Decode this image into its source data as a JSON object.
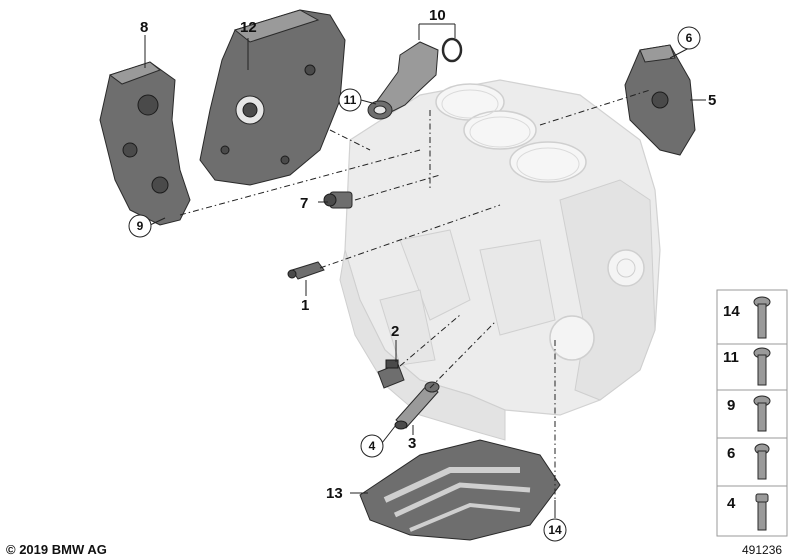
{
  "callouts": {
    "p1": "1",
    "p2": "2",
    "p3": "3",
    "p4": "4",
    "p5": "5",
    "p6": "6",
    "p7": "7",
    "p8": "8",
    "p9": "9",
    "p10": "10",
    "p11": "11",
    "p12": "12",
    "p13": "13",
    "p14": "14"
  },
  "legend": [
    "14",
    "11",
    "9",
    "6",
    "4"
  ],
  "copyright": "© 2019 BMW AG",
  "ref_number": "491236"
}
